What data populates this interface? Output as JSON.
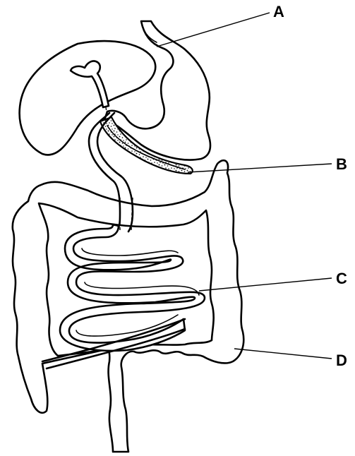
{
  "labels": {
    "A": "A",
    "B": "B",
    "C": "C",
    "D": "D"
  },
  "colors": {
    "stroke": "#000000",
    "background": "#ffffff"
  }
}
